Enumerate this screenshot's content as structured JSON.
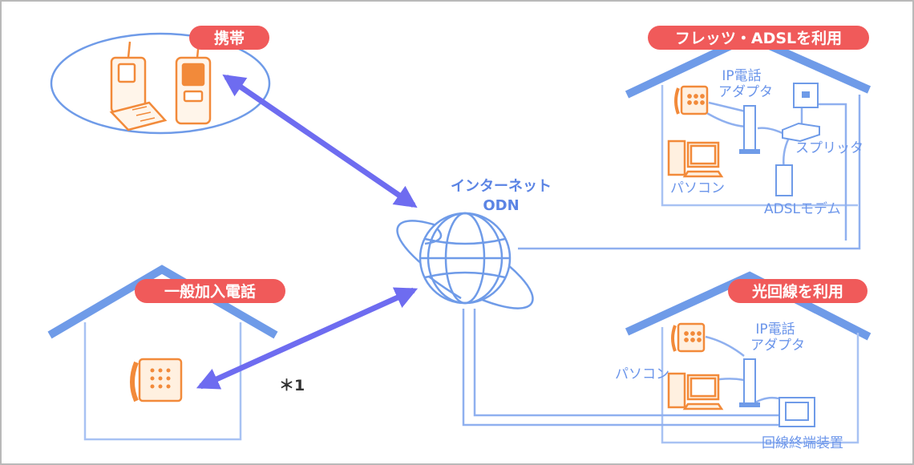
{
  "labels": {
    "mobile": "携帯",
    "landline": "一般加入電話",
    "flets": "フレッツ・ADSLを利用",
    "fiber": "光回線を利用",
    "internet_line1": "インターネット",
    "internet_line2": "ODN",
    "note": "＊1"
  },
  "flets_house": {
    "ip_adapter_line1": "IP電話",
    "ip_adapter_line2": "アダプタ",
    "splitter": "スプリッタ",
    "pc": "パソコン",
    "modem": "ADSLモデム"
  },
  "fiber_house": {
    "ip_adapter_line1": "IP電話",
    "ip_adapter_line2": "アダプタ",
    "pc": "パソコン",
    "ont": "回線終端装置"
  },
  "colors": {
    "pill": "#f05a5a",
    "roof": "#6f9be8",
    "line": "#8fb0ef",
    "arrow": "#6e6cf0",
    "device": "#f28a3a"
  }
}
